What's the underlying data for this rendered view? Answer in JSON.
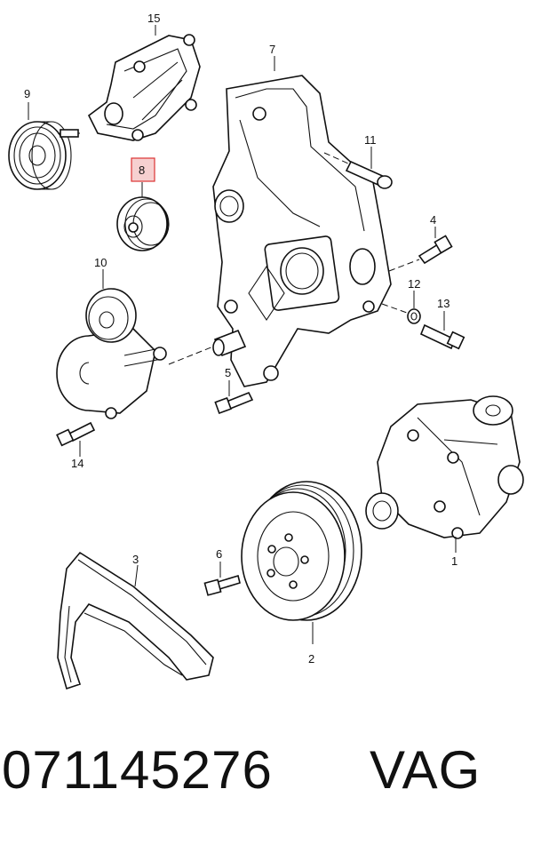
{
  "callouts": {
    "c1": "1",
    "c2": "2",
    "c3": "3",
    "c4": "4",
    "c5": "5",
    "c6": "6",
    "c7": "7",
    "c8": "8",
    "c9": "9",
    "c10": "10",
    "c11": "11",
    "c12": "12",
    "c13": "13",
    "c14": "14",
    "c15": "15"
  },
  "highlighted_callout": "8",
  "colors": {
    "highlight_fill": "#f6d0d0",
    "highlight_border": "#d33333",
    "line": "#111111"
  },
  "footer": {
    "part_number": "071145276",
    "brand": "VAG"
  }
}
